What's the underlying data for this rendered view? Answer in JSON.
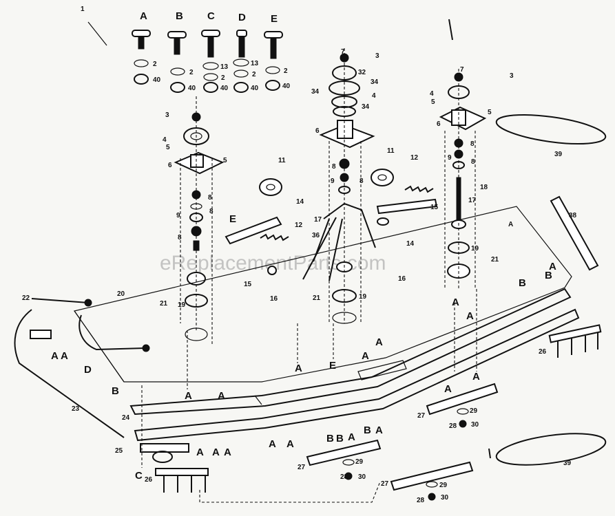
{
  "hardware_letters": [
    "A",
    "B",
    "C",
    "D",
    "E"
  ],
  "callouts": {
    "n1": "1",
    "n2": "2",
    "n3": "3",
    "n4": "4",
    "n5": "5",
    "n6": "6",
    "n7": "7",
    "n8": "8",
    "n9": "9",
    "n11": "11",
    "n12": "12",
    "n13": "13",
    "n14": "14",
    "n15": "15",
    "n16": "16",
    "n17": "17",
    "n18": "18",
    "n19": "19",
    "n20": "20",
    "n21": "21",
    "n22": "22",
    "n23": "23",
    "n24": "24",
    "n25": "25",
    "n26": "26",
    "n27": "27",
    "n28": "28",
    "n29": "29",
    "n30": "30",
    "n32": "32",
    "n34": "34",
    "n36": "36",
    "n38": "38",
    "n39": "39",
    "n40": "40"
  },
  "ref_letters": {
    "A": "A",
    "B": "B",
    "C": "C",
    "D": "D",
    "E": "E"
  },
  "watermark": "eReplacementParts.com"
}
